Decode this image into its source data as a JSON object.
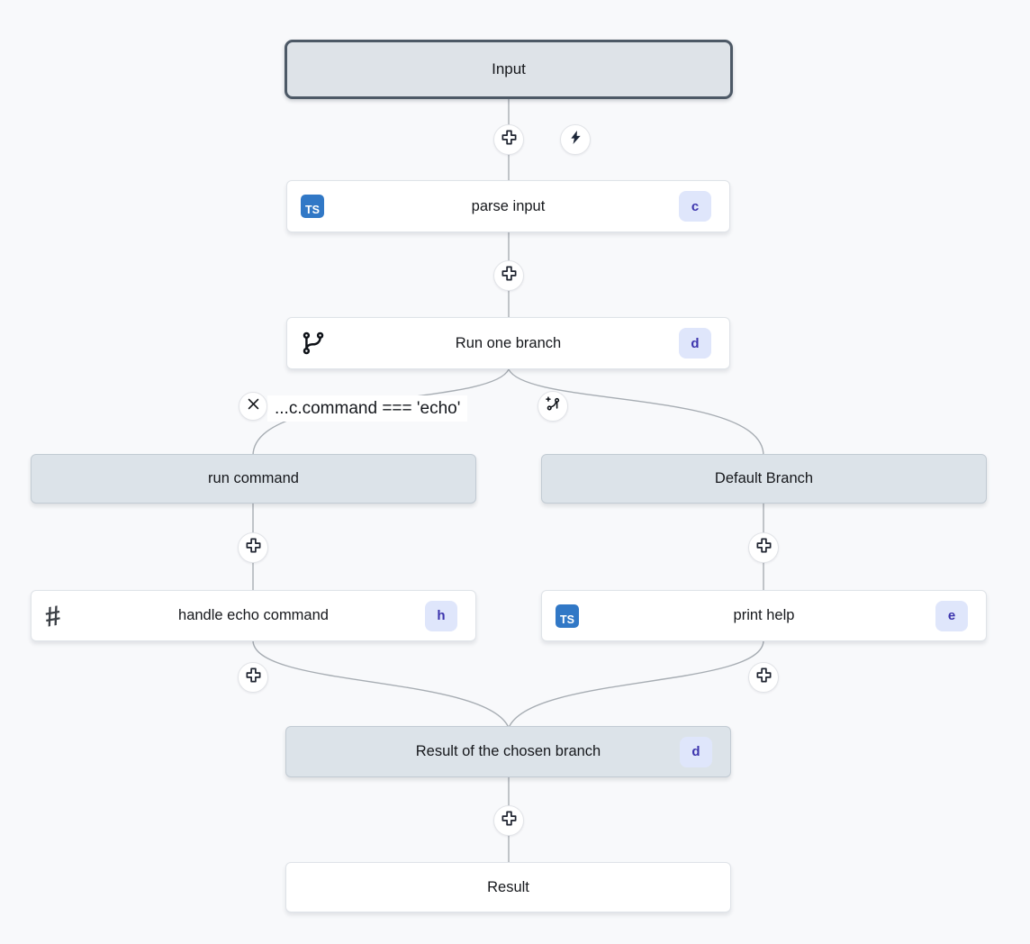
{
  "app": {
    "type": "flow-editor-canvas",
    "background": "#f8f9fb"
  },
  "colors": {
    "connector": "#a7adb3",
    "white_node_bg": "#ffffff",
    "white_node_border": "#dfe3e8",
    "gray_node_bg": "#dce3e9",
    "gray_node_border": "#c2cbd3",
    "input_node_border": "#4d5966",
    "badge_bg": "#dfe6fb",
    "badge_text": "#3d35ad",
    "typescript_blue": "#3178c6",
    "icon_dark": "#1c2638"
  },
  "icons": {
    "ts_label": "TS",
    "hash_glyph": "#"
  },
  "nodes": {
    "input": {
      "label": "Input"
    },
    "parse_input": {
      "label": "parse input",
      "badge": "c",
      "icon": "typescript-icon"
    },
    "run_one_branch": {
      "label": "Run one branch",
      "badge": "d",
      "icon": "git-branch-icon"
    },
    "run_command": {
      "label": "run command"
    },
    "default_branch": {
      "label": "Default Branch"
    },
    "handle_echo_command": {
      "label": "handle echo command",
      "badge": "h",
      "icon": "hash-icon"
    },
    "print_help": {
      "label": "print help",
      "badge": "e",
      "icon": "typescript-icon"
    },
    "branch_result": {
      "label": "Result of the chosen branch",
      "badge": "d"
    },
    "result": {
      "label": "Result"
    }
  },
  "branch": {
    "condition_label": "...c.command === 'echo'"
  }
}
